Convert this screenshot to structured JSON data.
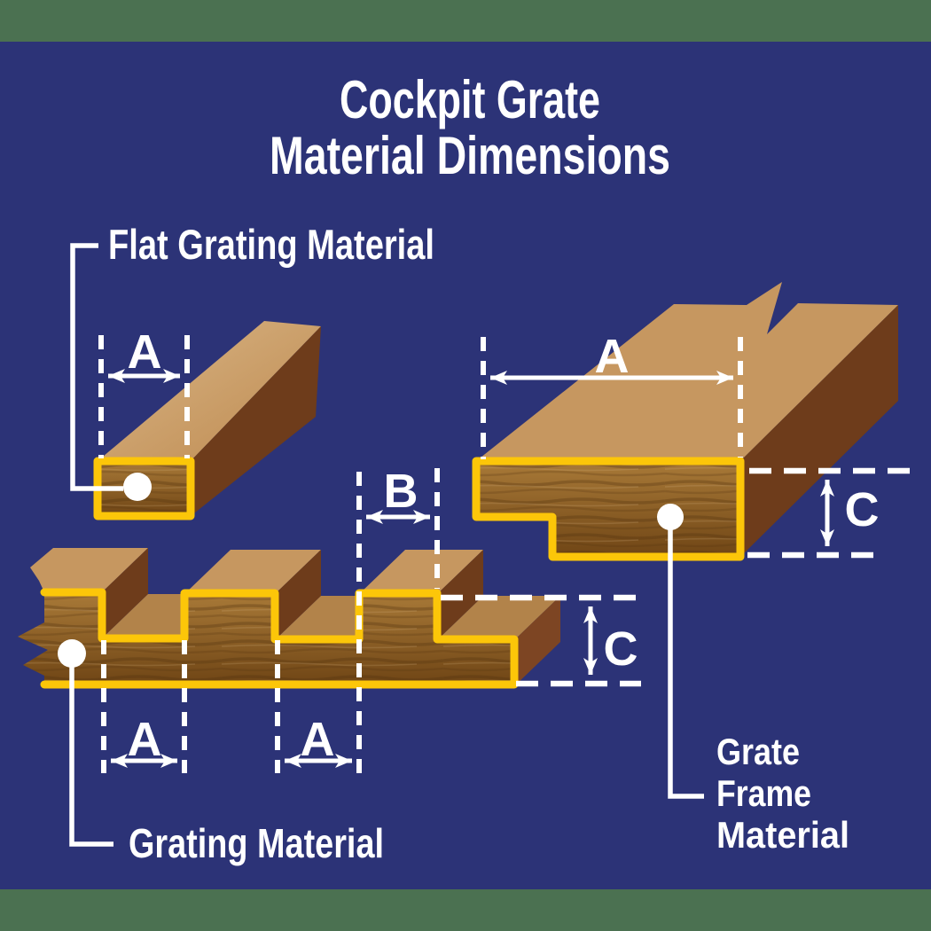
{
  "title": {
    "line1": "Cockpit Grate",
    "line2": "Material Dimensions"
  },
  "labels": {
    "flat_grating": "Flat Grating Material",
    "grating": "Grating Material",
    "grate_frame_lines": [
      "Grate",
      "Frame",
      "Material"
    ]
  },
  "dims": {
    "a": "A",
    "b": "B",
    "c": "C"
  },
  "colors": {
    "navy": "#2c3377",
    "green": "#4b7151",
    "yellow": "#fcc609",
    "white": "#ffffff",
    "tan_top": "#c69760",
    "tan_light": "#d9b687",
    "tan_floor": "#b2834a",
    "brown_side": "#6e3c1b",
    "brown_end": "#7d4523",
    "wood_hi": "#a97a38",
    "wood_lo": "#6f4515",
    "grain_dark": "#4f300c"
  }
}
